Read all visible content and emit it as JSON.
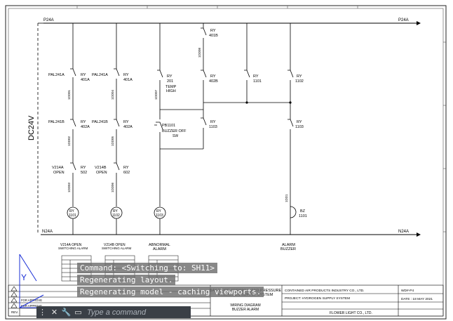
{
  "rails": {
    "top_left": "P24A",
    "top_right": "P24A",
    "bottom_left": "N24A",
    "bottom_right": "N24A",
    "voltage": "DC24V"
  },
  "columns": [
    {
      "tag1": "PAL241A",
      "ry1": "RY",
      "ry1n": "401A",
      "wire1": "1DD01",
      "tag2": "PAL241B",
      "ry2": "RY",
      "ry2n": "402A",
      "wire2": "1DD02",
      "tag3": "V214A",
      "tag3b": "OPEN",
      "ry3": "RY",
      "ry3n": "502",
      "wire3": "1DD03",
      "coil": "RY",
      "coiln": "1101",
      "bottom1": "V214A OPEN",
      "bottom2": "SWITCHING ALARM"
    },
    {
      "tag1": "PAL241A",
      "ry1": "RY",
      "ry1n": "401A",
      "wire1": "1DD04",
      "tag2": "PAL241B",
      "ry2": "RY",
      "ry2n": "402A",
      "wire2": "1DD05",
      "tag3": "V214B",
      "tag3b": "OPEN",
      "ry3": "RY",
      "ry3n": "602",
      "wire3": "1DD06",
      "coil": "RY",
      "coiln": "1102",
      "bottom1": "V214B OPEN",
      "bottom2": "SWITCHING ALARM"
    }
  ],
  "col3": {
    "ry1": "RY",
    "ry1n": "201",
    "temp1": "TEMP",
    "temp2": "HIGH",
    "wire1": "1DD07",
    "pb": "PB1101",
    "buzzer1": "BUZZER OFF",
    "buzzer2": "SW",
    "ry2": "RY",
    "ry2n": "1103",
    "coil": "RY",
    "coiln": "1103",
    "bottom1": "ABNORMAL",
    "bottom2": "ALARM"
  },
  "col4": {
    "ry1": "RY",
    "ry1n": "401B",
    "wire1": "1DD08",
    "ry2": "RY",
    "ry2n": "402B"
  },
  "col5": {
    "ry": "RY",
    "ryn": "1101"
  },
  "col6": {
    "ry1": "RY",
    "ry1n": "1102",
    "ry2": "RY",
    "ry2n": "1103",
    "wire": "1DD1",
    "bz": "BZ",
    "bzn": "1101",
    "bottom1": "ALARM",
    "bottom2": "BUZZER"
  },
  "title_block": {
    "project_line1": "BAY-2 FIRE SPRINKLE AND PRESSURE",
    "project_line2": "HYDROGEN SUPPLY SYSTEM",
    "drawing_line1": "WIRING DIAGRAM",
    "drawing_line2": "BUZZER ALARM",
    "company": "CONTAINED AIR PRODUCTS INDUSTRY CO., LTD.",
    "project_label": "PROJECT: HYDROGEN SUPPLY SYSTEM",
    "contractor": "FLOWER LIGHT CO., LTD.",
    "date": "DATE : 18 MAY 2021",
    "dwg_no": "WD#-P4",
    "approve1": "FOR APPROVE",
    "approve2": "FOR APPROVE",
    "rev": "REV."
  },
  "command_line": {
    "history": [
      "Command:  <Switching to: SH11>",
      "Regenerating layout.",
      "Regenerating model - caching viewports."
    ],
    "placeholder": "Type a command"
  },
  "ucs": {
    "y": "Y"
  }
}
